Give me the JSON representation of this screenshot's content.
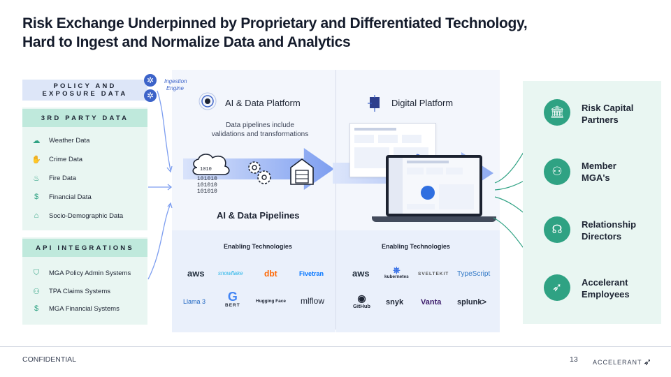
{
  "title": {
    "line1": "Risk Exchange Underpinned by Proprietary and Differentiated Technology,",
    "line2": "Hard to Ingest and Normalize Data and Analytics"
  },
  "left": {
    "policy_line1": "POLICY AND",
    "policy_line2": "EXPOSURE DATA",
    "ingestion_line1": "Ingestion",
    "ingestion_line2": "Engine",
    "third_party_header": "3RD PARTY DATA",
    "third_party_items": [
      {
        "label": "Weather Data",
        "icon": "weather-icon"
      },
      {
        "label": "Crime Data",
        "icon": "crime-icon"
      },
      {
        "label": "Fire Data",
        "icon": "fire-icon"
      },
      {
        "label": "Financial Data",
        "icon": "dollar-icon"
      },
      {
        "label": "Socio-Demographic Data",
        "icon": "house-icon"
      }
    ],
    "api_header": "API INTEGRATIONS",
    "api_items": [
      {
        "label": "MGA Policy Admin Systems",
        "icon": "shield-icon"
      },
      {
        "label": "TPA Claims Systems",
        "icon": "people-icon"
      },
      {
        "label": "MGA Financial Systems",
        "icon": "dollar-icon"
      }
    ]
  },
  "ai_platform": {
    "title": "AI & Data Platform",
    "sub_line1": "Data pipelines include",
    "sub_line2": "validations and transformations",
    "pipelines_label": "AI & Data Pipelines",
    "enabling_title": "Enabling Technologies",
    "logos": [
      "aws",
      "snowflake",
      "dbt",
      "Fivetran",
      "Llama 3",
      "BERT",
      "Hugging Face",
      "mlflow"
    ]
  },
  "digital_platform": {
    "title": "Digital Platform",
    "enabling_title": "Enabling Technologies",
    "logos": [
      "aws",
      "kubernetes",
      "SVELTEKIT",
      "TypeScript",
      "GitHub",
      "snyk",
      "Vanta",
      "splunk>"
    ]
  },
  "audiences": [
    {
      "line1": "Risk Capital",
      "line2": "Partners",
      "icon": "bank-icon"
    },
    {
      "line1": "Member",
      "line2": "MGA's",
      "icon": "people-icon"
    },
    {
      "line1": "Relationship",
      "line2": "Directors",
      "icon": "headset-icon"
    },
    {
      "line1": "Accelerant",
      "line2": "Employees",
      "icon": "bird-icon"
    }
  ],
  "footer": {
    "confidential": "CONFIDENTIAL",
    "page_number": "13",
    "brand": "ACCELERANT"
  },
  "colors": {
    "teal": "#2fa283",
    "blue": "#3c63c9",
    "navy": "#141b2b"
  }
}
